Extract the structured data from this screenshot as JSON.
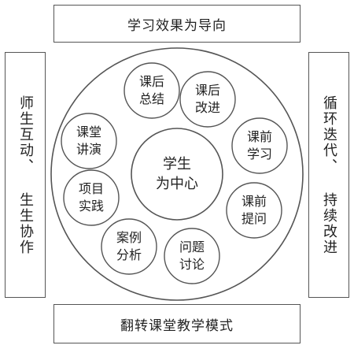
{
  "top_label": "学习效果为导向",
  "bottom_label": "翻转课堂教学模式",
  "left_label": [
    "师生互动、",
    "生生协作"
  ],
  "right_label": [
    "循环迭代、",
    "持续改进"
  ],
  "center_label": [
    "学生",
    "为中心"
  ],
  "activities": [
    {
      "lines": [
        "课后",
        "总结"
      ]
    },
    {
      "lines": [
        "课后",
        "改进"
      ]
    },
    {
      "lines": [
        "课前",
        "学习"
      ]
    },
    {
      "lines": [
        "课前",
        "提问"
      ]
    },
    {
      "lines": [
        "问题",
        "讨论"
      ]
    },
    {
      "lines": [
        "案例",
        "分析"
      ]
    },
    {
      "lines": [
        "项目",
        "实践"
      ]
    },
    {
      "lines": [
        "课堂",
        "讲演"
      ]
    }
  ]
}
